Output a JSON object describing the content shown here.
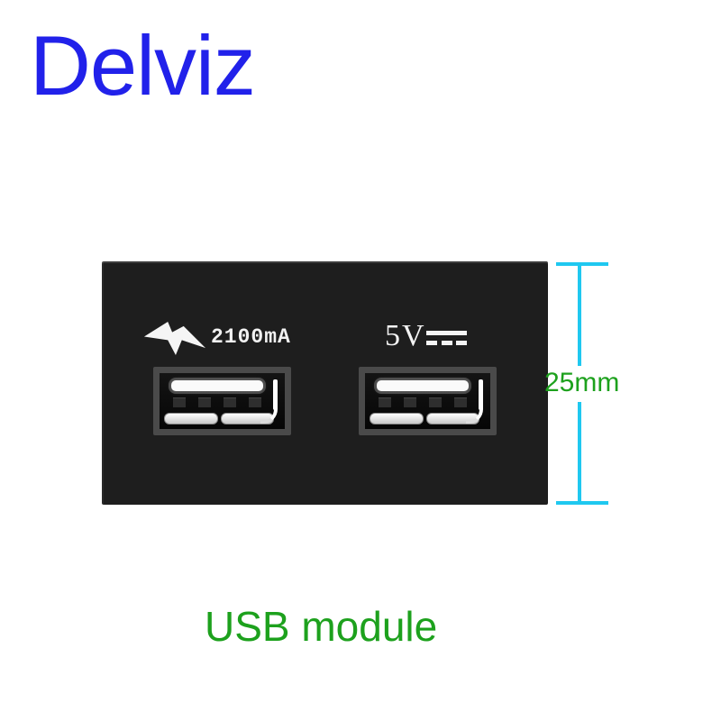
{
  "brand": {
    "name": "Delviz",
    "color": "#2121ea"
  },
  "panel": {
    "background": "#1e1e1e",
    "left_port": {
      "icon": "lightning-bolt-icon",
      "current_label": "2100mA",
      "label_color": "#f2f2f2"
    },
    "right_port": {
      "voltage_label": "5V",
      "icon": "dc-symbol-icon",
      "label_color": "#f4f4f4"
    },
    "port_frame_color": "#4a4a4a"
  },
  "dimension": {
    "label": "25mm",
    "line_color": "#1fc8f0",
    "label_color": "#1da11d"
  },
  "caption": {
    "text": "USB module",
    "color": "#1da11d"
  }
}
